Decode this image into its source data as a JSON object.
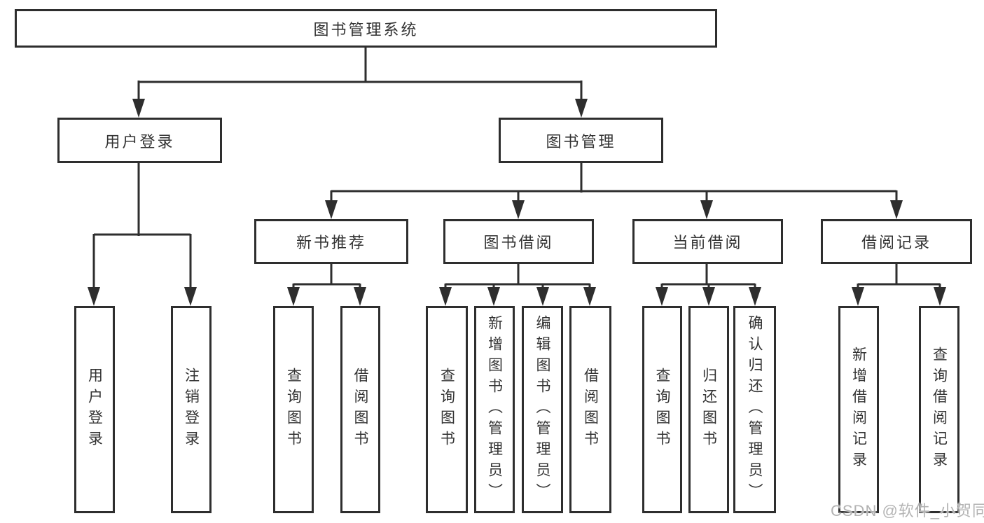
{
  "tree": {
    "label": "图书管理系统",
    "children": [
      {
        "label": "用户登录",
        "children": [
          {
            "label": "用户登录"
          },
          {
            "label": "注销登录"
          }
        ]
      },
      {
        "label": "图书管理",
        "children": [
          {
            "label": "新书推荐",
            "children": [
              {
                "label": "查询图书"
              },
              {
                "label": "借阅图书"
              }
            ]
          },
          {
            "label": "图书借阅",
            "children": [
              {
                "label": "查询图书"
              },
              {
                "label": "新增图书（管理员）"
              },
              {
                "label": "编辑图书（管理员）"
              },
              {
                "label": "借阅图书"
              }
            ]
          },
          {
            "label": "当前借阅",
            "children": [
              {
                "label": "查询图书"
              },
              {
                "label": "归还图书"
              },
              {
                "label": "确认归还（管理员）"
              }
            ]
          },
          {
            "label": "借阅记录",
            "children": [
              {
                "label": "新增借阅记录"
              },
              {
                "label": "查询借阅记录"
              }
            ]
          }
        ]
      }
    ]
  },
  "colors": {
    "line": "#2e2e2e",
    "text": "#333333",
    "watermark": "#b3b3b3",
    "background": "#ffffff"
  },
  "watermark": "CSDN @软件_小贺同学"
}
